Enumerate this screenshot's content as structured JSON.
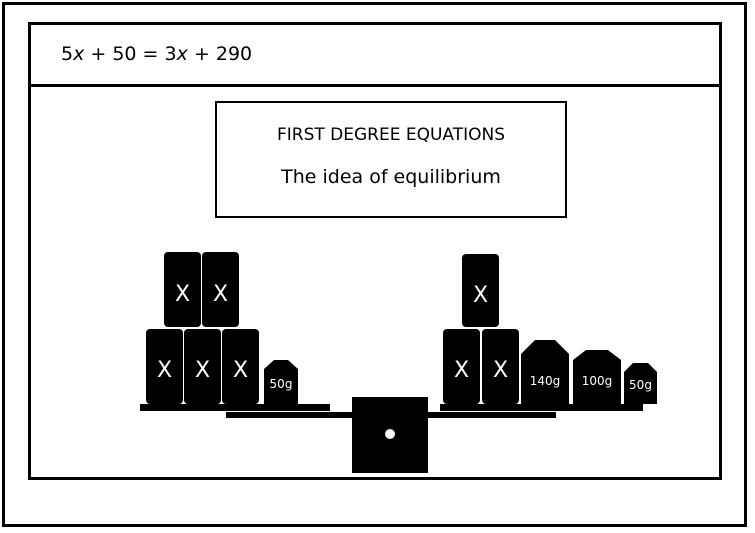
{
  "equation": {
    "parts": [
      "5",
      "x",
      " + 50 = 3",
      "x",
      " + 290"
    ]
  },
  "title_box": {
    "line1": "FIRST DEGREE EQUATIONS",
    "line2": "The idea of equilibrium"
  },
  "balance": {
    "left_pan": {
      "unknown_label": "X",
      "weights": [
        "50g"
      ]
    },
    "right_pan": {
      "unknown_label": "X",
      "weights": [
        "140g",
        "100g",
        "50g"
      ]
    }
  },
  "colors": {
    "ink": "#000000",
    "weight_fill": "#000000",
    "weight_text": "#ffffff",
    "background": "#ffffff"
  }
}
